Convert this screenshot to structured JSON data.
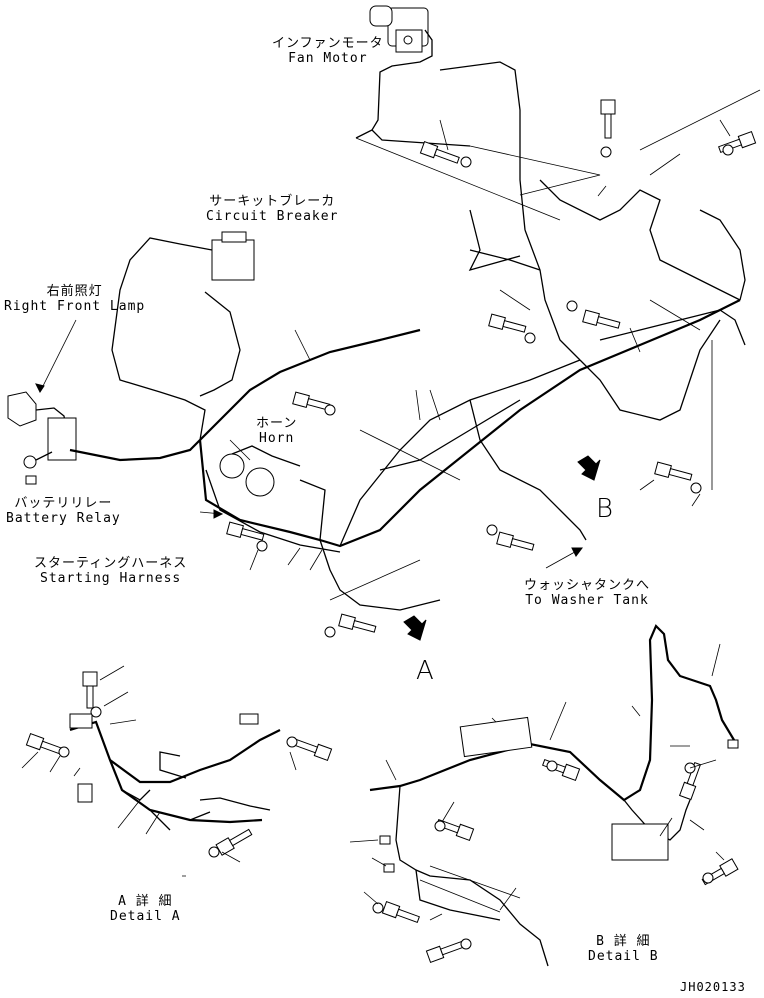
{
  "labels": {
    "fan_motor_jp": "インファンモータ",
    "fan_motor_en": "Fan Motor",
    "circuit_breaker_jp": "サーキットブレーカ",
    "circuit_breaker_en": "Circuit Breaker",
    "right_front_lamp_jp": "右前照灯",
    "right_front_lamp_en": "Right Front Lamp",
    "horn_jp": "ホーン",
    "horn_en": "Horn",
    "battery_relay_jp": "バッテリリレー",
    "battery_relay_en": "Battery Relay",
    "starting_harness_jp": "スターティングハーネス",
    "starting_harness_en": "Starting Harness",
    "washer_tank_jp": "ウォッシャタンクへ",
    "washer_tank_en": "To Washer Tank",
    "detail_a_jp": "A 詳 細",
    "detail_a_en": "Detail A",
    "detail_b_jp": "B 詳 細",
    "detail_b_en": "Detail B",
    "view_a": "A",
    "view_b": "B",
    "drawing_no": "JH020133"
  }
}
